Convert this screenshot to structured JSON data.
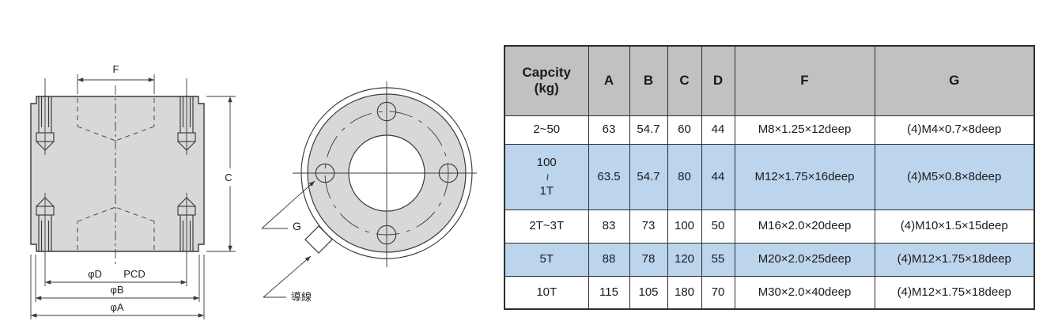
{
  "colors": {
    "line": "#3a3a3a",
    "body_fill": "#d8d8d8",
    "header_bg": "#c1c1c3",
    "highlight_row_bg": "#bdd4ed",
    "table_border": "#2e2e2e",
    "background": "#ffffff"
  },
  "side_view": {
    "labels": {
      "f": "F",
      "c": "C",
      "d": "φD",
      "pcd": "PCD",
      "b": "φB",
      "a": "φA"
    }
  },
  "top_view": {
    "labels": {
      "g": "G",
      "cable": "導線"
    }
  },
  "table": {
    "columns": [
      "Capcity\n(kg)",
      "A",
      "B",
      "C",
      "D",
      "F",
      "G"
    ],
    "rows": [
      [
        "2~50",
        "63",
        "54.7",
        "60",
        "44",
        "M8×1.25×12deep",
        "(4)M4×0.7×8deep"
      ],
      [
        "100\n~\n1T",
        "63.5",
        "54.7",
        "80",
        "44",
        "M12×1.75×16deep",
        "(4)M5×0.8×8deep"
      ],
      [
        "2T~3T",
        "83",
        "73",
        "100",
        "50",
        "M16×2.0×20deep",
        "(4)M10×1.5×15deep"
      ],
      [
        "5T",
        "88",
        "78",
        "120",
        "55",
        "M20×2.0×25deep",
        "(4)M12×1.75×18deep"
      ],
      [
        "10T",
        "115",
        "105",
        "180",
        "70",
        "M30×2.0×40deep",
        "(4)M12×1.75×18deep"
      ]
    ],
    "highlighted_rows": [
      1,
      3
    ]
  }
}
